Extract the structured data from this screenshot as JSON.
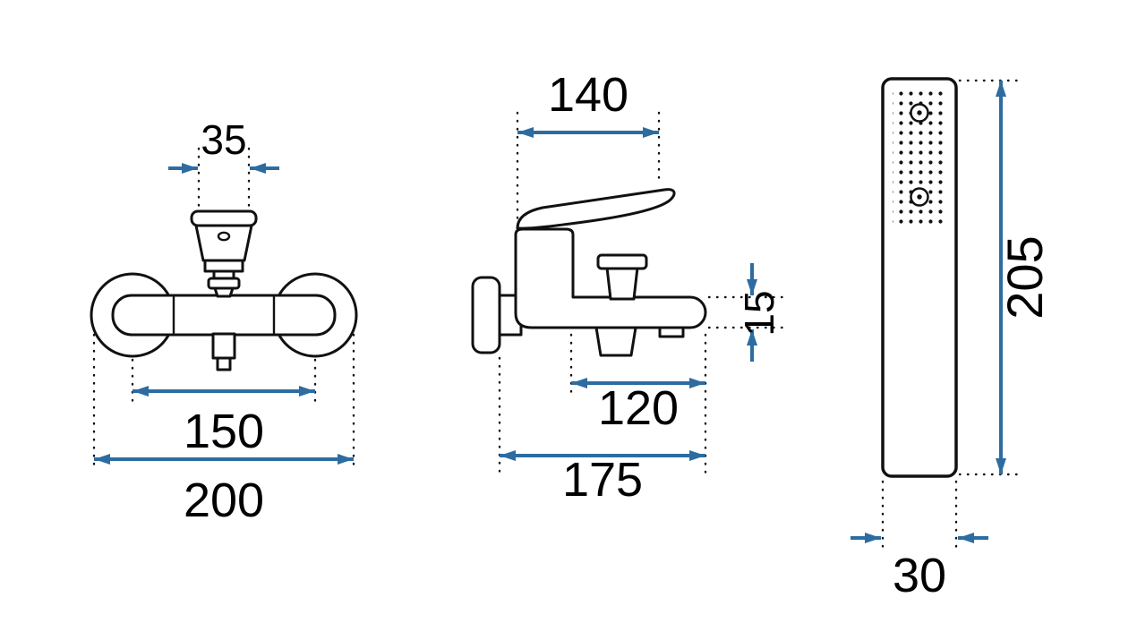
{
  "colors": {
    "dim-color": "#2d6ca1",
    "line-color": "#111111",
    "bg-color": "#ffffff"
  },
  "drawing": {
    "front_view": {
      "handle_width": "35",
      "hole_spacing": "150",
      "overall_width": "200"
    },
    "side_view": {
      "handle_reach": "140",
      "spout_end_height": "15",
      "spout_reach": "120",
      "overall_depth": "175"
    },
    "hand_shower": {
      "length": "205",
      "width": "30"
    }
  }
}
